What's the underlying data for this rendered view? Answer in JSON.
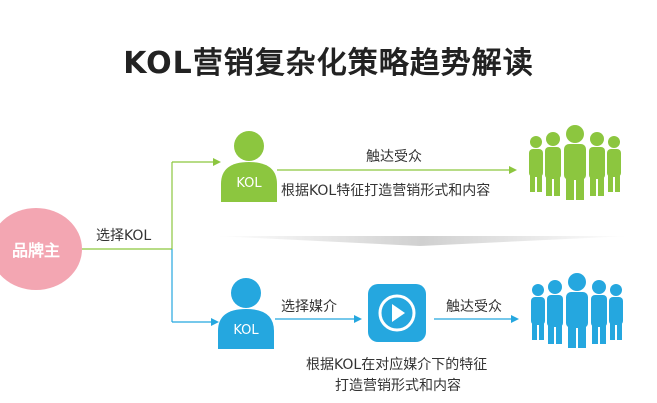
{
  "title": "KOL营销复杂化策略趋势解读",
  "brand_owner": "品牌主",
  "select_kol": "选择KOL",
  "top_branch": {
    "avatar_label": "KOL",
    "arrow_label": "触达受众",
    "description": "根据KOL特征打造营销形式和内容"
  },
  "bottom_branch": {
    "avatar_label": "KOL",
    "select_media": "选择媒介",
    "reach_audience": "触达受众",
    "description_line1": "根据KOL在对应媒介下的特征",
    "description_line2": "打造营销形式和内容"
  },
  "colors": {
    "green": "#8cc63f",
    "blue": "#25a7df",
    "pink": "#f3a6b2"
  }
}
